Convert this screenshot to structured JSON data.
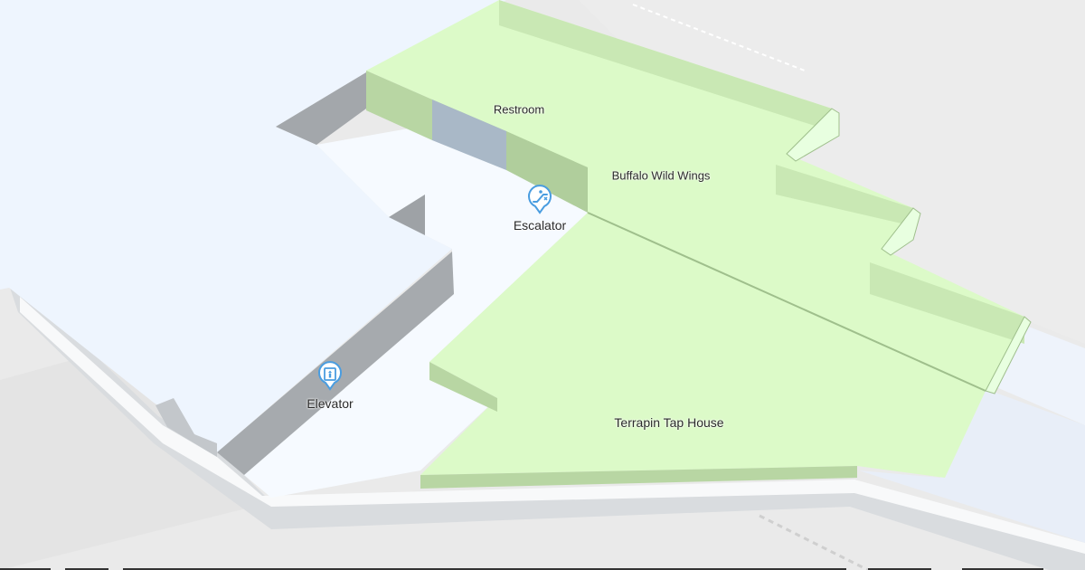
{
  "map": {
    "areas": [
      {
        "id": "restroom",
        "label": "Restroom",
        "kind": "restroom"
      },
      {
        "id": "buffalo-wild-wings",
        "label": "Buffalo Wild Wings",
        "kind": "store"
      },
      {
        "id": "terrapin-tap-house",
        "label": "Terrapin Tap House",
        "kind": "store"
      }
    ],
    "pois": [
      {
        "id": "escalator",
        "label": "Escalator",
        "icon": "escalator-icon"
      },
      {
        "id": "elevator",
        "label": "Elevator",
        "icon": "elevator-icon"
      }
    ],
    "colors": {
      "background": "#eaeaea",
      "store_fill": "#dcfac8",
      "store_wall": "#b8d6a3",
      "restroom_fill": "#d6ecfb",
      "restroom_wall": "#a9b8c7",
      "corridor": "#f6faff",
      "building_fill": "#eef5fe",
      "building_wall": "#a4a8ad",
      "poi_accent": "#4a9de0"
    }
  }
}
